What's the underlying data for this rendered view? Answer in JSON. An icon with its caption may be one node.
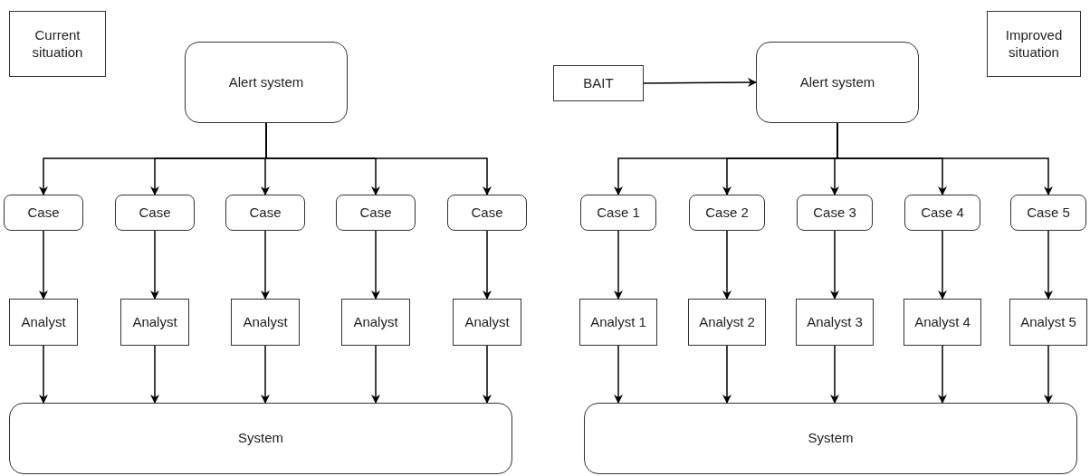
{
  "diagram": {
    "nodes": [
      {
        "text": [
          "Current situation"
        ]
      },
      {
        "text": [
          "Alert system"
        ]
      },
      {
        "text": [
          "Case"
        ]
      },
      {
        "text": [
          "Case"
        ]
      },
      {
        "text": [
          "Case"
        ]
      },
      {
        "text": [
          "Case"
        ]
      },
      {
        "text": [
          "Case"
        ]
      },
      {
        "text": [
          "Analyst"
        ]
      },
      {
        "text": [
          "Analyst"
        ]
      },
      {
        "text": [
          "Analyst"
        ]
      },
      {
        "text": [
          "Analyst"
        ]
      },
      {
        "text": [
          "Analyst"
        ]
      },
      {
        "text": [
          "System"
        ]
      },
      {
        "text": [
          "BAIT"
        ]
      },
      {
        "text": [
          "Alert system"
        ]
      },
      {
        "text": [
          "Improved situation"
        ]
      },
      {
        "text": [
          "Case 1"
        ]
      },
      {
        "text": [
          "Case 2"
        ]
      },
      {
        "text": [
          "Case 3"
        ]
      },
      {
        "text": [
          "Case 4"
        ]
      },
      {
        "text": [
          "Case 5"
        ]
      },
      {
        "text": [
          "Analyst 1"
        ]
      },
      {
        "text": [
          "Analyst 2"
        ]
      },
      {
        "text": [
          "Analyst 3"
        ]
      },
      {
        "text": [
          "Analyst 4"
        ]
      },
      {
        "text": [
          "Analyst 5"
        ]
      },
      {
        "text": [
          "System"
        ]
      }
    ],
    "edges": [
      {
        "from": 1,
        "to": 2,
        "arrow": "to"
      },
      {
        "from": 1,
        "to": 3,
        "arrow": "to"
      },
      {
        "from": 1,
        "to": 4,
        "arrow": "to"
      },
      {
        "from": 1,
        "to": 5,
        "arrow": "to"
      },
      {
        "from": 1,
        "to": 6,
        "arrow": "to"
      },
      {
        "from": 2,
        "to": 7,
        "arrow": "to"
      },
      {
        "from": 3,
        "to": 8,
        "arrow": "to"
      },
      {
        "from": 4,
        "to": 9,
        "arrow": "to"
      },
      {
        "from": 5,
        "to": 10,
        "arrow": "to"
      },
      {
        "from": 6,
        "to": 11,
        "arrow": "to"
      },
      {
        "from": 7,
        "to": 12,
        "arrow": "to"
      },
      {
        "from": 8,
        "to": 12,
        "arrow": "to"
      },
      {
        "from": 9,
        "to": 12,
        "arrow": "to"
      },
      {
        "from": 10,
        "to": 12,
        "arrow": "to"
      },
      {
        "from": 11,
        "to": 12,
        "arrow": "to"
      },
      {
        "from": 13,
        "to": 14,
        "arrow": "to"
      },
      {
        "from": 14,
        "to": 16,
        "arrow": "to"
      },
      {
        "from": 14,
        "to": 17,
        "arrow": "to"
      },
      {
        "from": 14,
        "to": 18,
        "arrow": "to"
      },
      {
        "from": 14,
        "to": 19,
        "arrow": "to"
      },
      {
        "from": 14,
        "to": 20,
        "arrow": "to"
      },
      {
        "from": 16,
        "to": 21,
        "arrow": "to"
      },
      {
        "from": 17,
        "to": 22,
        "arrow": "to"
      },
      {
        "from": 18,
        "to": 23,
        "arrow": "to"
      },
      {
        "from": 19,
        "to": 24,
        "arrow": "to"
      },
      {
        "from": 20,
        "to": 25,
        "arrow": "to"
      },
      {
        "from": 21,
        "to": 26,
        "arrow": "to"
      },
      {
        "from": 22,
        "to": 26,
        "arrow": "to"
      },
      {
        "from": 23,
        "to": 26,
        "arrow": "to"
      },
      {
        "from": 24,
        "to": 26,
        "arrow": "to"
      },
      {
        "from": 25,
        "to": 26,
        "arrow": "to"
      }
    ]
  }
}
